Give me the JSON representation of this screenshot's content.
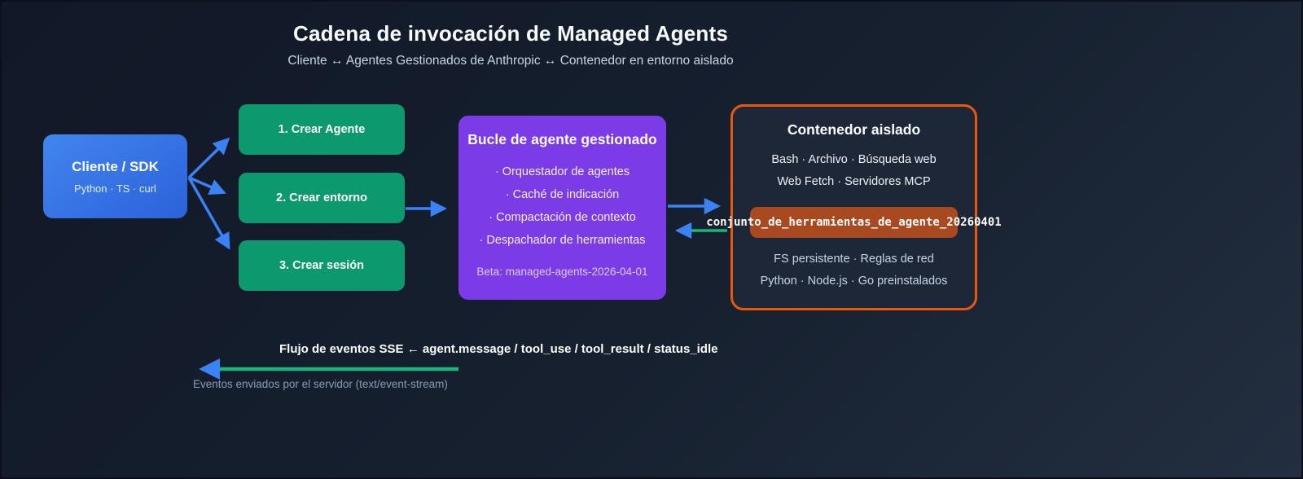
{
  "page": {
    "title": "Cadena de invocación de Managed Agents",
    "subtitle": "Cliente ↔ Agentes Gestionados de Anthropic ↔ Contenedor en entorno aislado"
  },
  "client": {
    "title": "Cliente / SDK",
    "subtitle": "Python · TS · curl"
  },
  "steps": [
    "1. Crear Agente",
    "2. Crear entorno",
    "3. Crear sesión"
  ],
  "agent_loop": {
    "title": "Bucle de agente gestionado",
    "items": [
      "· Orquestador de agentes",
      "· Caché de indicación",
      "· Compactación de contexto",
      "· Despachador de herramientas"
    ],
    "beta": "Beta: managed-agents-2026-04-01"
  },
  "container": {
    "title": "Contenedor aislado",
    "tools_line1": "Bash · Archivo · Búsqueda web",
    "tools_line2": "Web Fetch · Servidores MCP",
    "badge": "conjunto_de_herramientas_de_agente_20260401",
    "features_line1": "FS persistente · Reglas de red",
    "features_line2": "Python · Node.js · Go preinstalados"
  },
  "sse": {
    "label": "Flujo de eventos SSE ← agent.message / tool_use / tool_result / status_idle",
    "caption": "Eventos enviados por el servidor (text/event-stream)"
  },
  "icons": {
    "arrowhead": "triangle-arrowhead-icon"
  },
  "colors": {
    "accent_blue": "#3b82f6",
    "accent_green": "#15b77f",
    "accent_purple": "#7b3be6",
    "accent_orange": "#e8590c",
    "badge_rust": "#a8491f",
    "step_green": "#0b996d",
    "bg_dark": "#111827",
    "bg_light": "#232e40",
    "panel_bg": "#1d2737",
    "text_white": "#ffffff",
    "text_soft": "#cbd5e1",
    "text_dim": "#8b9bb4"
  }
}
